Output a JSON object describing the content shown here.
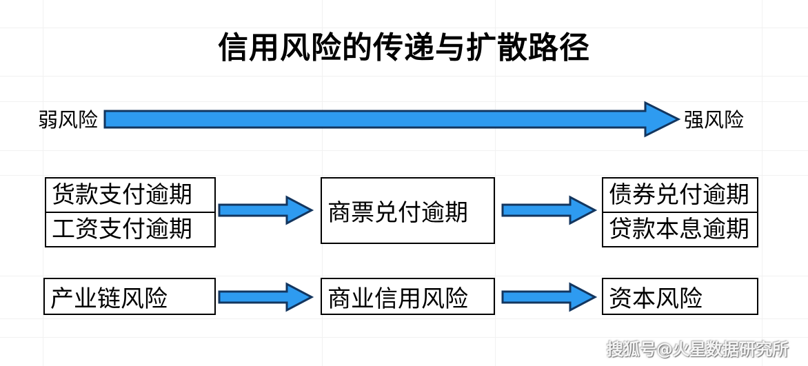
{
  "title": "信用风险的传递与扩散路径",
  "gradient_axis": {
    "left_label": "弱风险",
    "right_label": "强风险"
  },
  "flow": {
    "rows": [
      {
        "stages": [
          {
            "lines": [
              "货款支付逾期",
              "工资支付逾期"
            ]
          },
          {
            "lines": [
              "商票兑付逾期"
            ]
          },
          {
            "lines": [
              "债券兑付逾期",
              "贷款本息逾期"
            ]
          }
        ]
      },
      {
        "stages": [
          {
            "lines": [
              "产业链风险"
            ]
          },
          {
            "lines": [
              "商业信用风险"
            ]
          },
          {
            "lines": [
              "资本风险"
            ]
          }
        ]
      }
    ]
  },
  "watermark": "搜狐号@火星数据研究所",
  "colors": {
    "arrow_fill": "#2E9BF0",
    "arrow_border": "#13365F",
    "box_border": "#000000",
    "text": "#000000",
    "background": "#FFFFFF"
  }
}
